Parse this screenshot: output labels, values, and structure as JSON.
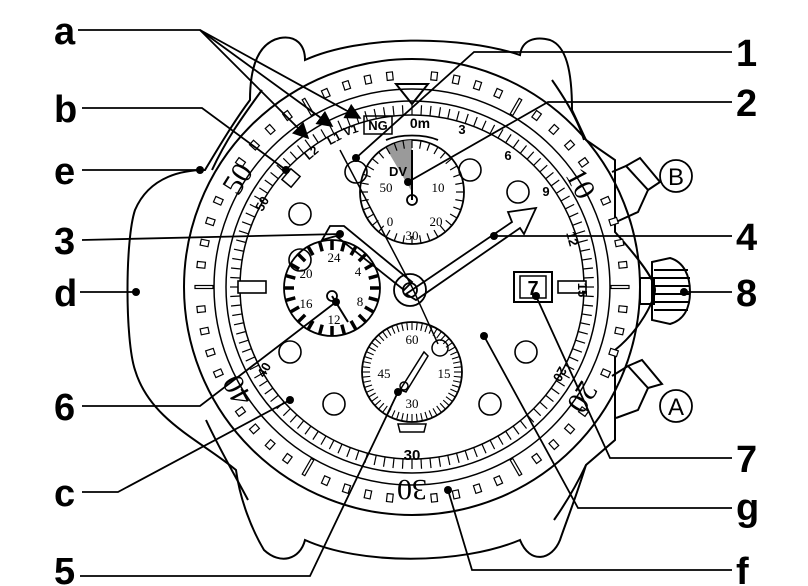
{
  "callouts": {
    "a": "a",
    "b": "b",
    "e": "e",
    "d": "d",
    "c": "c",
    "3": "3",
    "6": "6",
    "5": "5",
    "1": "1",
    "2": "2",
    "4": "4",
    "8": "8",
    "7": "7",
    "g": "g",
    "f": "f"
  },
  "buttons": {
    "upper": "B",
    "lower": "A"
  },
  "bezel": {
    "n10": "10",
    "n20": "20",
    "n30": "30",
    "n40": "40",
    "n50": "50"
  },
  "scale": {
    "s50": "50",
    "s40": "40",
    "s30": "30",
    "s20": "20",
    "s15": "15",
    "s12": "12",
    "s9": "9",
    "s6": "6",
    "s3": "3",
    "zero": "0m"
  },
  "indicators": {
    "l2": "L2",
    "l1": "L1",
    "v1": "V1",
    "ng": "NG"
  },
  "top_dial": {
    "dv": "DV",
    "d50": "50",
    "d10": "10",
    "d0": "0",
    "d20": "20",
    "d30": "30"
  },
  "left_dial": {
    "h24": "24",
    "h20": "20",
    "h4": "4",
    "h16": "16",
    "h8": "8",
    "h12": "12"
  },
  "bottom_dial": {
    "m60": "60",
    "m45": "45",
    "m15": "15",
    "m30": "30"
  },
  "date": {
    "value": "7"
  }
}
